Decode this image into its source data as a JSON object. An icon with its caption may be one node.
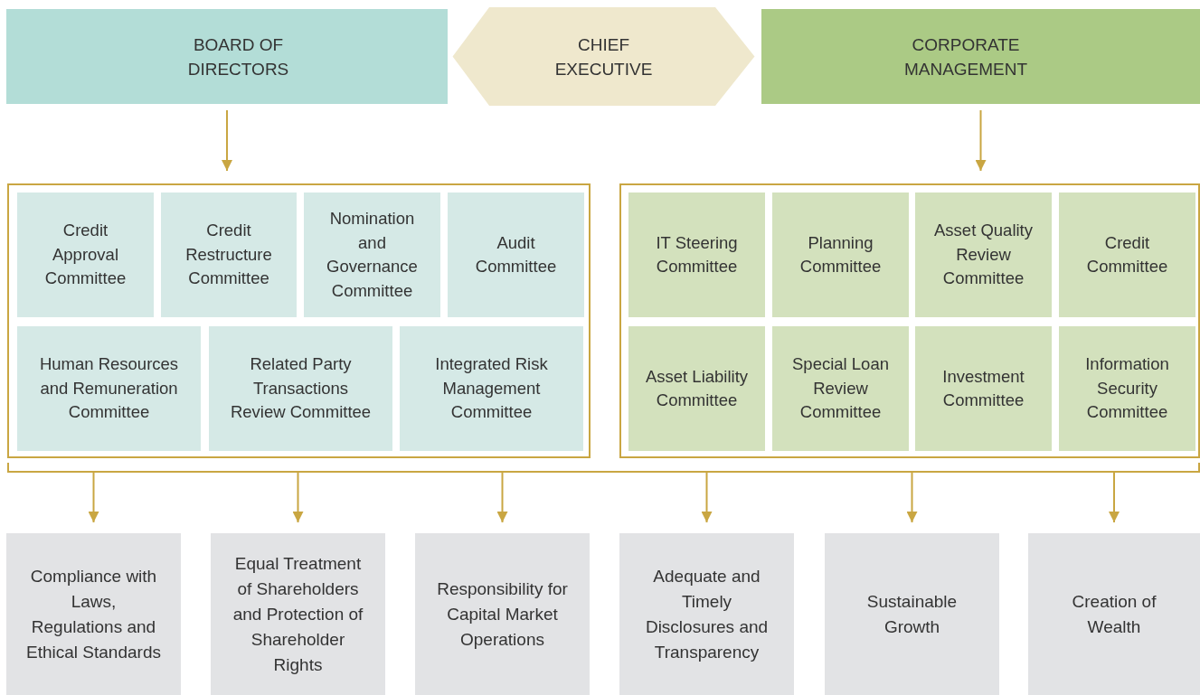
{
  "diagram": {
    "nodes": [
      {
        "text": [
          "BOARD OF DIRECTORS"
        ]
      },
      {
        "text": [
          "CHIEF EXECUTIVE"
        ]
      },
      {
        "text": [
          "CORPORATE MANAGEMENT"
        ]
      },
      {
        "text": [],
        "shape": "box"
      },
      {
        "text": [
          "Credit Approval Committee"
        ],
        "in": 3
      },
      {
        "text": [
          "Credit Restructure Committee"
        ],
        "in": 3
      },
      {
        "text": [
          "Nomination and Governance Committee"
        ],
        "in": 3
      },
      {
        "text": [
          "Audit Committee"
        ],
        "in": 3
      },
      {
        "text": [
          "Human Resources and Remuneration Committee"
        ],
        "in": 3
      },
      {
        "text": [
          "Related Party Transactions Review Committee"
        ],
        "in": 3
      },
      {
        "text": [
          "Integrated Risk Management Committee"
        ],
        "in": 3
      },
      {
        "text": [],
        "shape": "box"
      },
      {
        "text": [
          "IT Steering Committee"
        ],
        "in": 11
      },
      {
        "text": [
          "Planning Committee"
        ],
        "in": 11
      },
      {
        "text": [
          "Asset Quality Review Committee"
        ],
        "in": 11
      },
      {
        "text": [
          "Credit Committee"
        ],
        "in": 11
      },
      {
        "text": [
          "Asset Liability Committee"
        ],
        "in": 11
      },
      {
        "text": [
          "Special Loan Review Committee"
        ],
        "in": 11
      },
      {
        "text": [
          "Investment Committee"
        ],
        "in": 11
      },
      {
        "text": [
          "Information Security Committee"
        ],
        "in": 11
      },
      {
        "text": [],
        "shape": "bar"
      },
      {
        "text": [
          "Compliance with Laws, Regulations and Ethical Standards"
        ]
      },
      {
        "text": [
          "Equal Treatment of Shareholders and Protection of Shareholder Rights"
        ]
      },
      {
        "text": [
          "Responsibility for Capital Market Operations"
        ]
      },
      {
        "text": [
          "Adequate and Timely Disclosures and Transparency"
        ]
      },
      {
        "text": [
          "Sustainable Growth"
        ]
      },
      {
        "text": [
          "Creation of Wealth"
        ]
      }
    ],
    "edges": [
      {
        "from": 0,
        "to": 3,
        "arrow": "to"
      },
      {
        "from": 2,
        "to": 11,
        "arrow": "to"
      },
      {
        "from": 20,
        "to": 21,
        "arrow": "to"
      },
      {
        "from": 20,
        "to": 22,
        "arrow": "to"
      },
      {
        "from": 20,
        "to": 23,
        "arrow": "to"
      },
      {
        "from": 20,
        "to": 24,
        "arrow": "to"
      },
      {
        "from": 20,
        "to": 25,
        "arrow": "to"
      },
      {
        "from": 20,
        "to": 26,
        "arrow": "to"
      }
    ]
  }
}
